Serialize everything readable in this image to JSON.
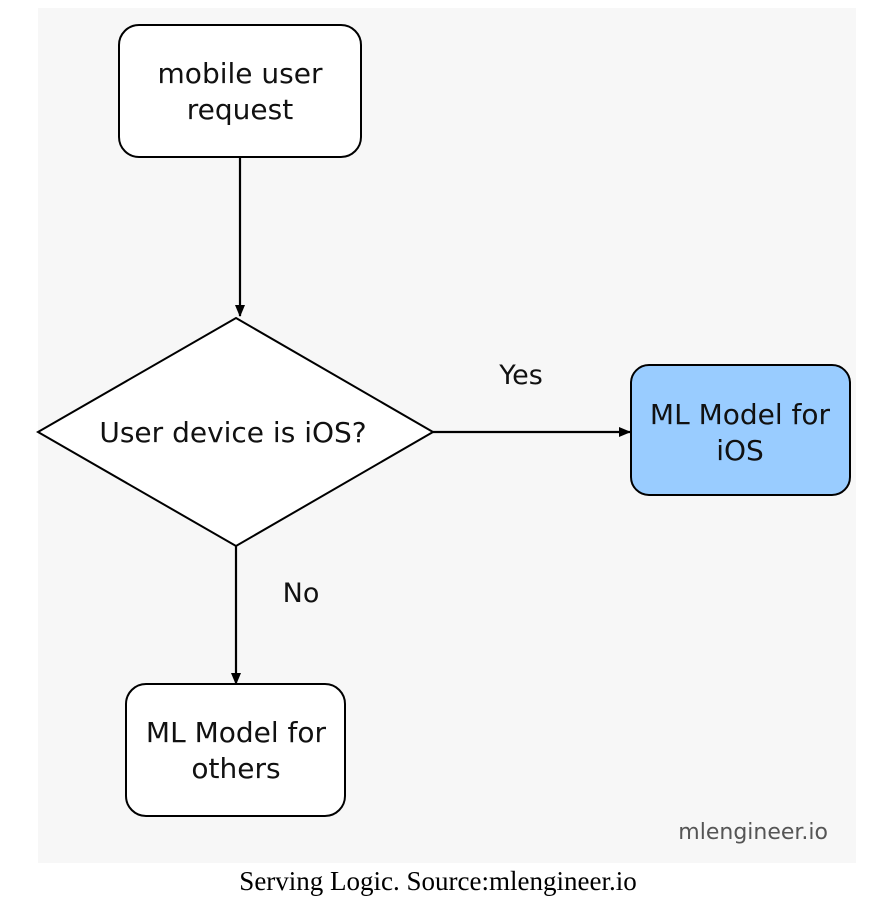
{
  "nodes": {
    "request": {
      "line1": "mobile user",
      "line2": "request"
    },
    "decision": {
      "label": "User device is iOS?"
    },
    "ios_model": {
      "line1": "ML Model for",
      "line2": "iOS"
    },
    "others_model": {
      "line1": "ML Model for",
      "line2": "others"
    }
  },
  "edges": {
    "yes_label": "Yes",
    "no_label": "No"
  },
  "colors": {
    "ios_model_fill": "#99ccff",
    "box_fill": "#ffffff",
    "stroke": "#000000"
  },
  "watermark": "mlengineer.io",
  "caption": "Serving Logic. Source:mlengineer.io"
}
